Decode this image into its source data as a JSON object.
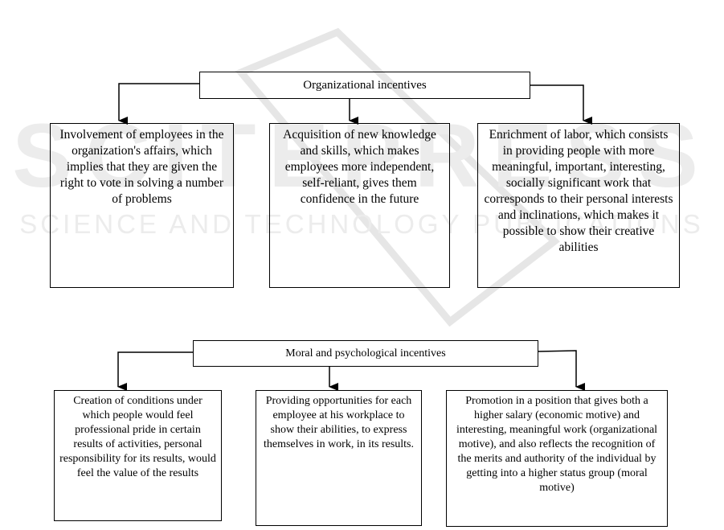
{
  "watermark": {
    "line1": "SCITEPRESS",
    "line2": "SCIENCE AND TECHNOLOGY PUBLICATIONS"
  },
  "top_group": {
    "header": "Organizational incentives",
    "boxes": [
      "Involvement of employees in the organization's affairs, which implies that they are given the right to vote in solving a number of problems",
      "Acquisition of new knowledge and skills, which makes employees more independent, self-reliant, gives them confidence in the future",
      "Enrichment of labor, which consists in providing people with more meaningful, important, interesting, socially significant work that corresponds to their personal interests and inclinations, which makes it possible to show their creative abilities"
    ]
  },
  "bottom_group": {
    "header": "Moral and psychological incentives",
    "boxes": [
      "Creation of conditions under which people would feel professional pride in certain results of activities, personal responsibility for its results, would feel the value of the results",
      "Providing opportunities for each employee at his workplace to show their abilities, to express themselves in work, in its results.",
      "Promotion in a position that gives both a higher salary (economic motive) and interesting, meaningful work (organizational motive), and also reflects the recognition of the merits and authority of the individual by getting into a higher status group (moral motive)"
    ]
  }
}
